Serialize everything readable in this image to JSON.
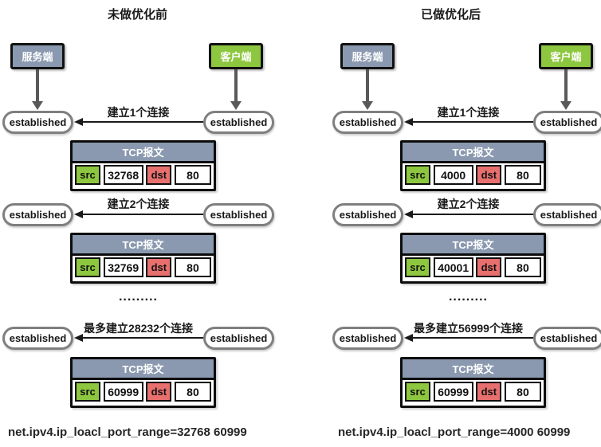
{
  "shared": {
    "established_label": "established",
    "tcp_header": "TCP报文",
    "src_label": "src",
    "dst_label": "dst",
    "dst_port": "80",
    "dots": ".........",
    "colors": {
      "blue_gray": "#8A99AF",
      "green": "#8DC73F",
      "red": "#E7706E"
    }
  },
  "panels": [
    {
      "title": "未做优化前",
      "server_label": "服务端",
      "client_label": "客户端",
      "connections": [
        {
          "label": "建立1个连接",
          "src_port": "32768"
        },
        {
          "label": "建立2个连接",
          "src_port": "32769"
        },
        {
          "label": "最多建立28232个连接",
          "src_port": "60999"
        }
      ],
      "sysctl": "net.ipv4.ip_loacl_port_range=32768  60999"
    },
    {
      "title": "已做优化后",
      "server_label": "服务端",
      "client_label": "客户端",
      "connections": [
        {
          "label": "建立1个连接",
          "src_port": "4000"
        },
        {
          "label": "建立2个连接",
          "src_port": "40001"
        },
        {
          "label": "最多建立56999个连接",
          "src_port": "60999"
        }
      ],
      "sysctl": "net.ipv4.ip_loacl_port_range=4000  60999"
    }
  ]
}
